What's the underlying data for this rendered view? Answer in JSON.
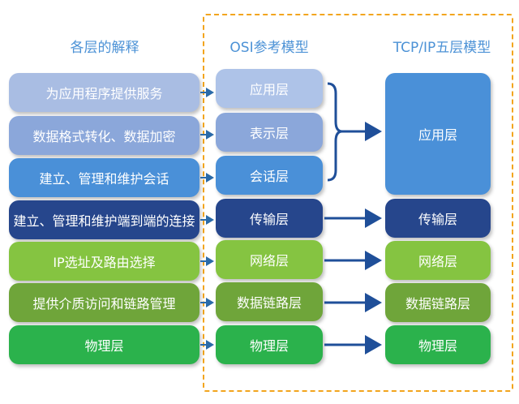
{
  "headings": {
    "explanation": "各层的解释",
    "osi": "OSI参考模型",
    "tcpip": "TCP/IP五层模型"
  },
  "explanations": [
    "为应用程序提供服务",
    "数据格式转化、数据加密",
    "建立、管理和维护会话",
    "建立、管理和维护端到端的连接",
    "IP选址及路由选择",
    "提供介质访问和链路管理",
    "物理层"
  ],
  "osi_layers": [
    "应用层",
    "表示层",
    "会话层",
    "传输层",
    "网络层",
    "数据链路层",
    "物理层"
  ],
  "tcpip_layers": [
    "应用层",
    "传输层",
    "网络层",
    "数据链路层",
    "物理层"
  ],
  "colors": {
    "heading": "#4c92d6",
    "frame": "#f2a51e",
    "arrow": "#1f4f99",
    "pale_blue": "#a9bde3",
    "mid_blue": "#8ba7da",
    "sky_blue": "#4a90d8",
    "navy": "#26468c",
    "lime": "#85c441",
    "olive": "#6fa53a",
    "green": "#2bb24c",
    "mid_pale": "#aec3e8"
  }
}
